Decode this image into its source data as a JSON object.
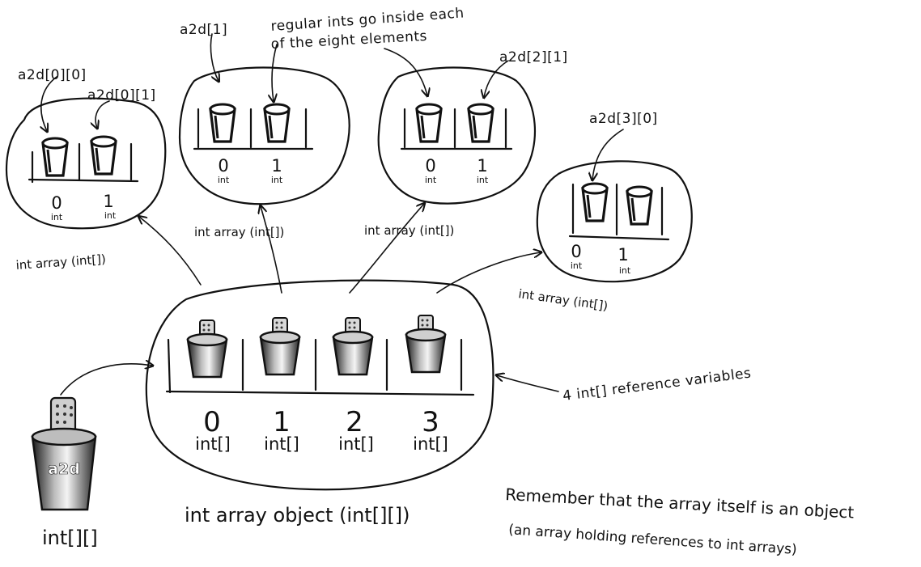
{
  "annotations": {
    "a2d_0_0": "a2d[0][0]",
    "a2d_0_1": "a2d[0][1]",
    "a2d_1": "a2d[1]",
    "regular_ints_1": "regular ints go inside each",
    "regular_ints_2": "of the eight elements",
    "a2d_2_1": "a2d[2][1]",
    "a2d_3_0": "a2d[3][0]",
    "ref_vars": "4 int[] reference variables"
  },
  "inner_arrays": [
    {
      "label": "int array (int[])",
      "index0": "0",
      "index1": "1",
      "type": "int"
    },
    {
      "label": "int array (int[])",
      "index0": "0",
      "index1": "1",
      "type": "int"
    },
    {
      "label": "int array (int[])",
      "index0": "0",
      "index1": "1",
      "type": "int"
    },
    {
      "label": "int array (int[])",
      "index0": "0",
      "index1": "1",
      "type": "int"
    }
  ],
  "outer_array": {
    "label": "int array object (int[][])",
    "indices": [
      "0",
      "1",
      "2",
      "3"
    ],
    "type": "int[]"
  },
  "variable": {
    "name": "a2d",
    "type": "int[][]"
  },
  "note": {
    "line1": "Remember that the array itself is an object",
    "line2": "(an array holding references to int arrays)"
  }
}
